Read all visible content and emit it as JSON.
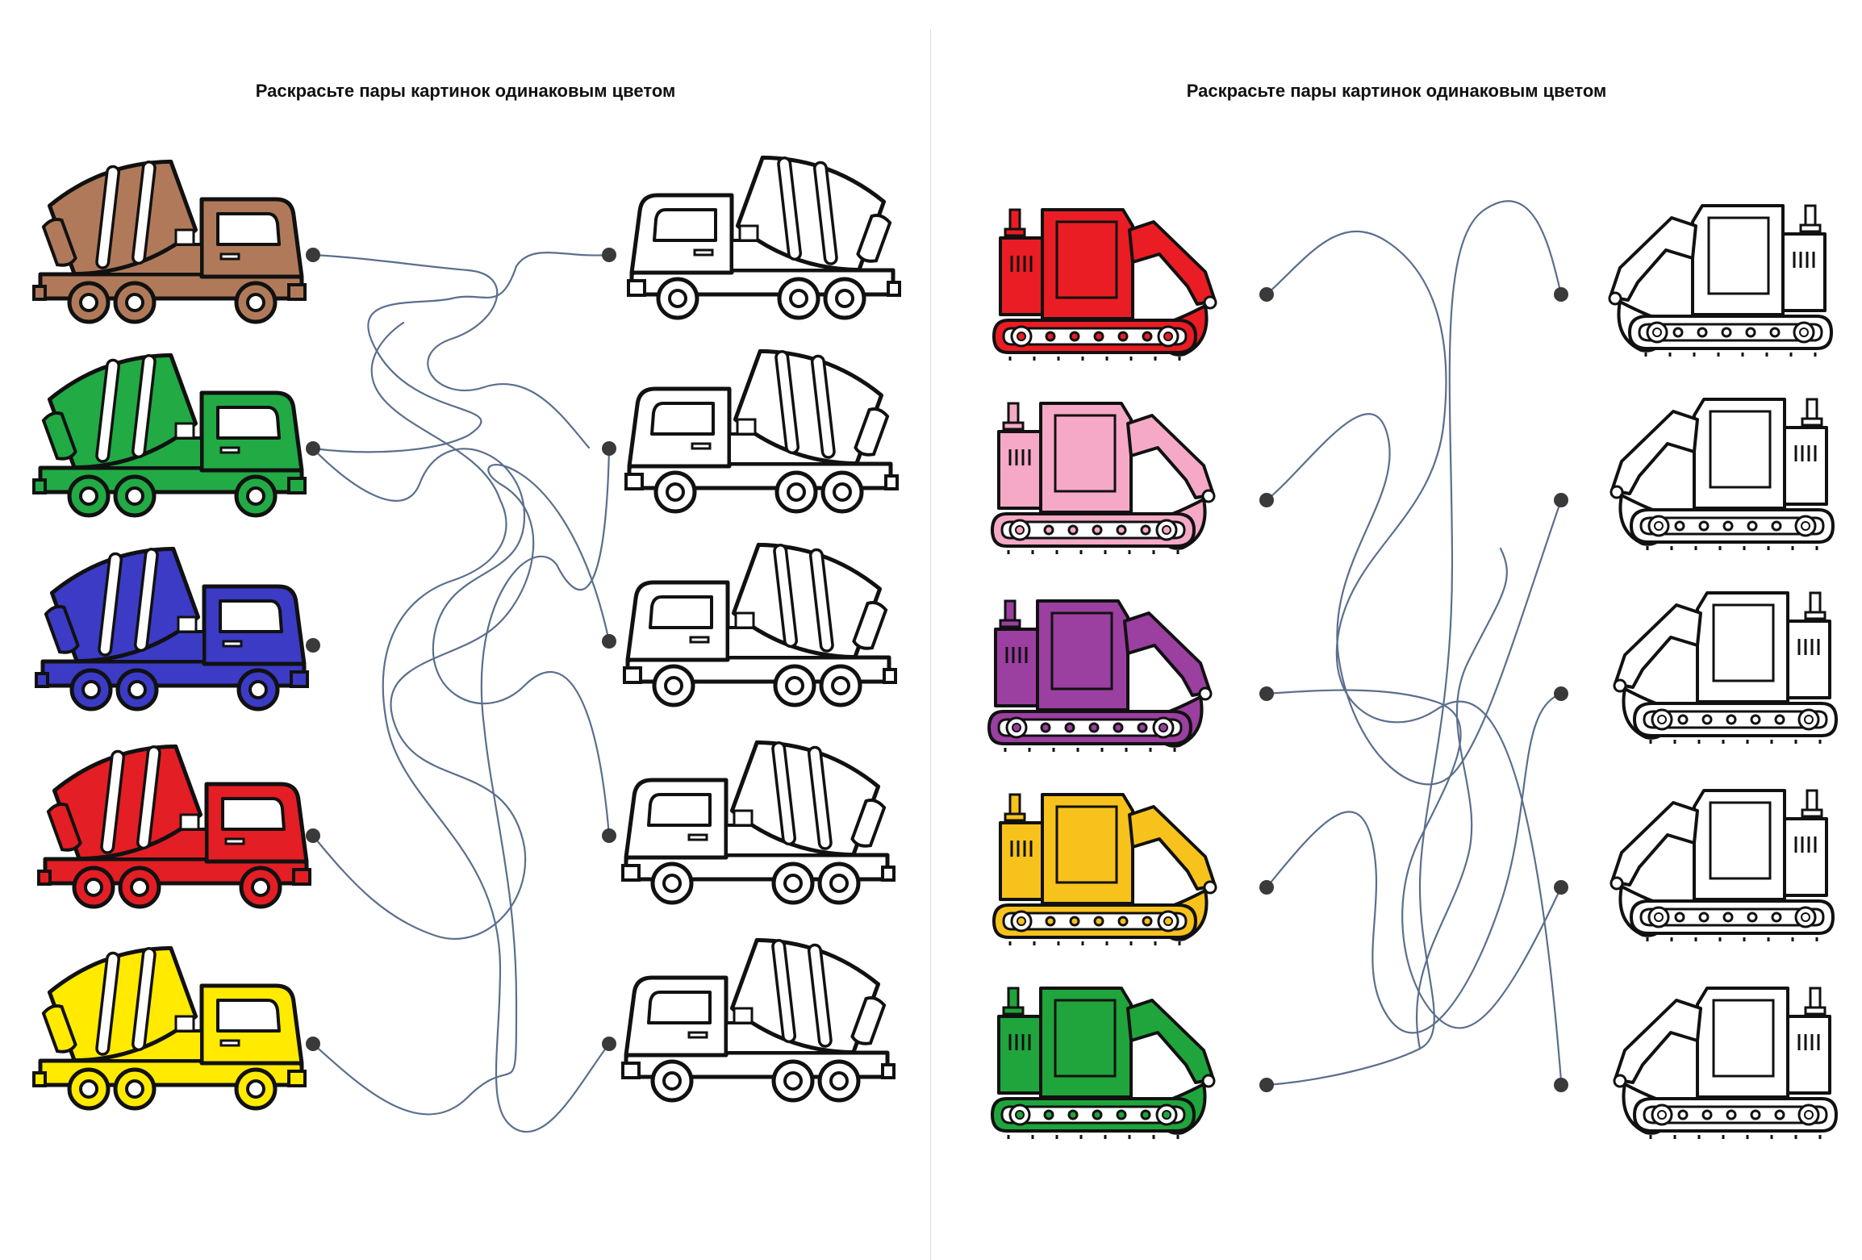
{
  "pages": [
    {
      "title": "Раскрасьте пары картинок одинаковым цветом",
      "picture": "mixer-truck",
      "colors": [
        "#b07a5a",
        "#22aa44",
        "#3b3bc6",
        "#e31e24",
        "#ffea00"
      ]
    },
    {
      "title": "Раскрасьте пары картинок одинаковым цветом",
      "picture": "excavator",
      "colors": [
        "#ea1c24",
        "#f6a9c6",
        "#9b3fa0",
        "#f7c21c",
        "#1fa53c"
      ]
    }
  ],
  "palette": {
    "outline": "#111111",
    "maze_line": "#5a6f8c",
    "dot": "#3a3a3a",
    "divider": "#dcdcdc"
  }
}
